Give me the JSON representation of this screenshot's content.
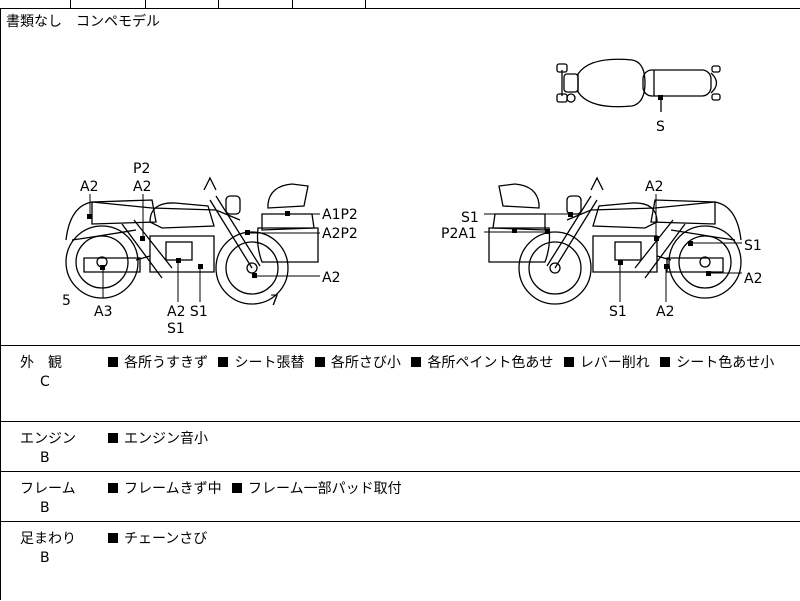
{
  "header_note": "書類なし　コンペモデル",
  "diagram_labels": {
    "top_view": [
      "S"
    ],
    "left_view": [
      "A2",
      "P2",
      "A2",
      "A1P2",
      "A2P2",
      "A2",
      "5",
      "A3",
      "A2 S1",
      "S1",
      "7"
    ],
    "right_view": [
      "A2",
      "S1",
      "P2A1",
      "S1",
      "A2",
      "S1",
      "A2"
    ]
  },
  "sections": [
    {
      "title": "外　観",
      "grade": "C",
      "items": [
        "各所うすきず",
        "シート張替",
        "各所さび小",
        "各所ペイント色あせ",
        "レバー削れ",
        "シート色あせ小"
      ]
    },
    {
      "title": "エンジン",
      "grade": "B",
      "items": [
        "エンジン音小"
      ]
    },
    {
      "title": "フレーム",
      "grade": "B",
      "items": [
        "フレームきず中",
        "フレーム一部パッド取付"
      ]
    },
    {
      "title": "足まわり",
      "grade": "B",
      "items": [
        "チェーンさび"
      ]
    }
  ]
}
